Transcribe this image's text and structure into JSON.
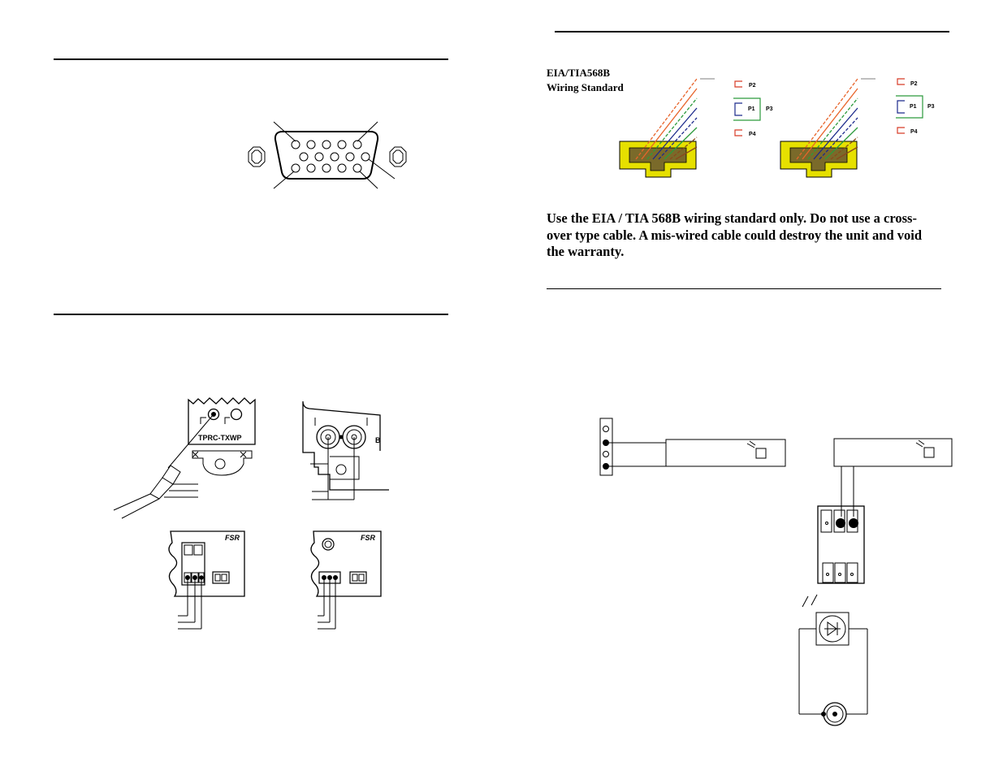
{
  "wiring": {
    "standard_label_line1": "EIA/TIA568B",
    "standard_label_line2": "Wiring Standard",
    "pair_labels": [
      "P2",
      "P1",
      "P3",
      "P4"
    ]
  },
  "warning": {
    "line1": "Use the EIA / TIA 568B wiring standard only.  Do not use a cross-",
    "line2": "over type cable.  A mis-wired cable could destroy the unit and void",
    "line3": "the warranty."
  },
  "modules": {
    "model_label": "TPRC-TXWP",
    "brand_label": "FSR"
  },
  "colors": {
    "orange": "#e8642a",
    "green": "#2c9a3c",
    "blue": "#1c2a8c",
    "brown": "#8a4a1c",
    "red_pair": "#d83c28",
    "connector_yellow": "#e6e000"
  }
}
